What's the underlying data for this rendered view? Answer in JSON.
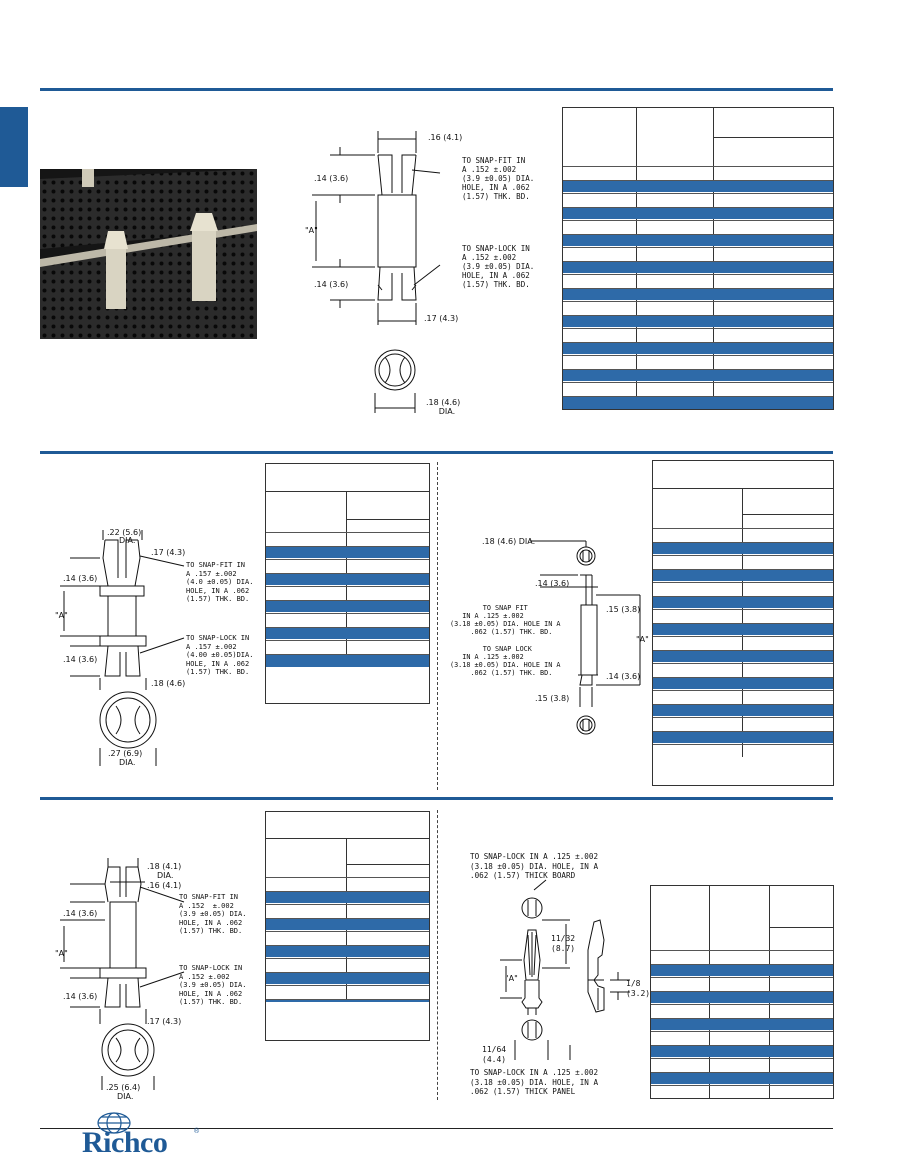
{
  "brand": {
    "name": "Richco",
    "reg_mark": "®",
    "color": "#1f5a96"
  },
  "section1": {
    "dims": {
      "top_width": ".16 (4.1)",
      "head_height": ".14 (3.6)",
      "length": "\"A\"",
      "foot_height": ".14 (3.6)",
      "bottom_width": ".17 (4.3)",
      "dia": ".18 (4.6)\n     DIA."
    },
    "callout_fit": "TO SNAP-FIT IN\nA .152 ±.002\n(3.9 ±0.05) DIA.\nHOLE, IN A .062\n(1.57) THK. BD.",
    "callout_lock": "TO SNAP-LOCK IN\nA .152 ±.002\n(3.9 ±0.05) DIA.\nHOLE, IN A .062\n(1.57) THK. BD."
  },
  "section2_left": {
    "dims": {
      "top_dia": ".22 (5.6)",
      "top_dia_label": "DIA.",
      "top_width": ".17 (4.3)",
      "head_height": ".14 (3.6)",
      "length": "\"A\"",
      "foot_height": ".14 (3.6)",
      "bottom_width": ".18 (4.6)",
      "flange_dia": ".27 (6.9)",
      "flange_dia_label": "DIA."
    },
    "callout_fit": "TO SNAP-FIT IN\nA .157 ±.002\n(4.0 ±0.05) DIA.\nHOLE, IN A .062\n(1.57) THK. BD.",
    "callout_lock": "TO SNAP-LOCK IN\nA .157 ±.002\n(4.00 ±0.05)DIA.\nHOLE, IN A .062\n(1.57) THK. BD."
  },
  "section2_right": {
    "dims": {
      "dia": ".18 (4.6) DIA.",
      "head_height": ".14 (3.6)",
      "top_side": ".15 (3.8)",
      "length": "\"A\"",
      "bottom_side": ".14 (3.6)",
      "bottom_width": ".15 (3.8)"
    },
    "callout_fit": "        TO SNAP FIT\n   IN A .125 ±.002\n(3.18 ±0.05) DIA. HOLE IN A\n     .062 (1.57) THK. BD.",
    "callout_lock": "        TO SNAP LOCK\n   IN A .125 ±.002\n(3.18 ±0.05) DIA. HOLE IN A\n     .062 (1.57) THK. BD."
  },
  "section3_left": {
    "dims": {
      "top_dia": ".18 (4.1)",
      "top_dia_label": "DIA.",
      "top_width": ".16 (4.1)",
      "head_height": ".14 (3.6)",
      "length": "\"A\"",
      "foot_height": ".14 (3.6)",
      "bottom_width": ".17 (4.3)",
      "flange_dia": ".25 (6.4)",
      "flange_dia_label": "DIA."
    },
    "callout_fit": "TO SNAP-FIT IN\nA .152  ±.002\n(3.9 ±0.05) DIA.\nHOLE, IN A .062\n(1.57) THK. BD.",
    "callout_lock": "TO SNAP-LOCK IN\nA .152 ±.002\n(3.9 ±0.05) DIA.\nHOLE, IN A .062\n(1.57) THK. BD."
  },
  "section3_right": {
    "callout_top": "TO SNAP-LOCK IN A .125 ±.002\n(3.18 ±0.05) DIA. HOLE, IN A\n.062 (1.57) THICK BOARD",
    "callout_bottom": "TO SNAP-LOCK IN A .125 ±.002\n(3.18 ±0.05) DIA. HOLE, IN A\n.062 (1.57) THICK PANEL",
    "dims": {
      "head": "11/32\n(8.7)",
      "length": "\"A\"",
      "side": "1/8\n(3.2)",
      "bottom": "11/64\n(4.4)"
    }
  }
}
